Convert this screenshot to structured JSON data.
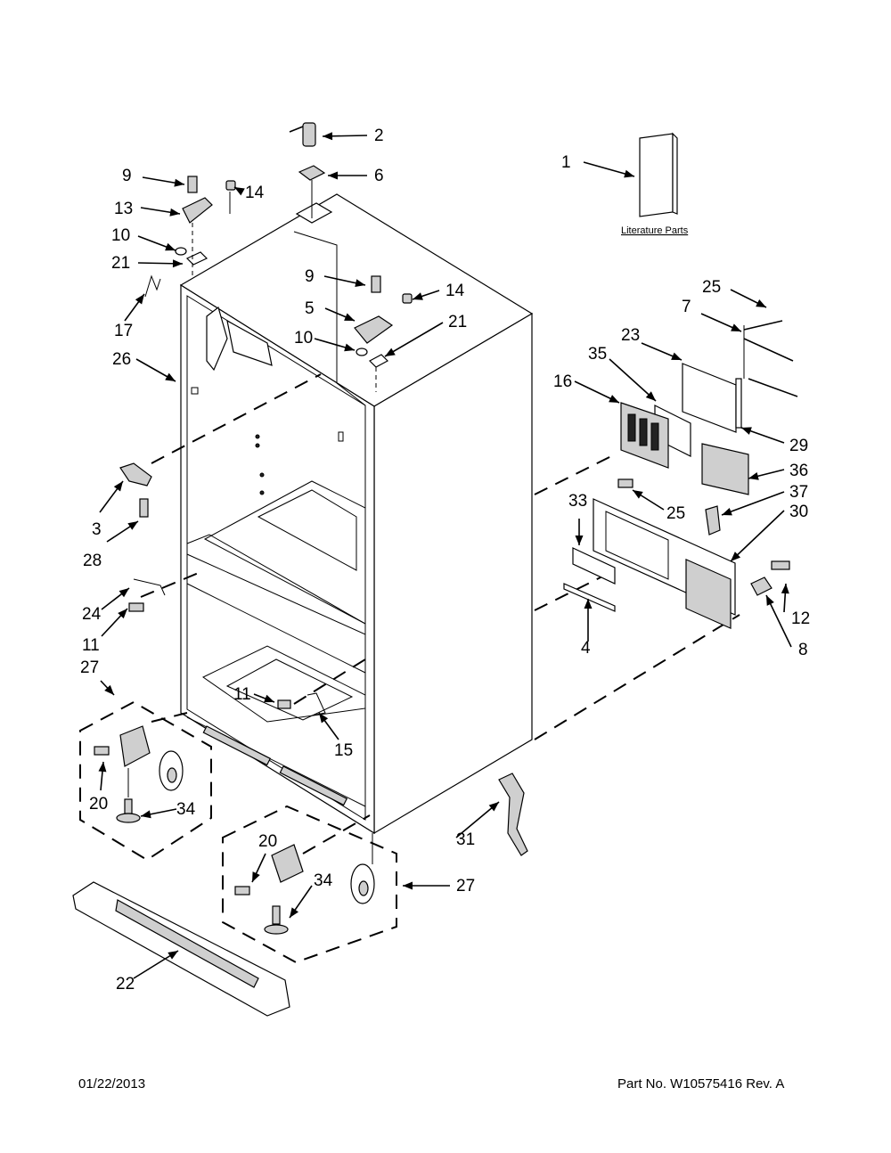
{
  "literature": {
    "label": "Literature Parts",
    "callout": "1"
  },
  "callouts": [
    {
      "id": "2",
      "text": "2"
    },
    {
      "id": "6",
      "text": "6"
    },
    {
      "id": "9a",
      "text": "9"
    },
    {
      "id": "14a",
      "text": "14"
    },
    {
      "id": "13",
      "text": "13"
    },
    {
      "id": "10a",
      "text": "10"
    },
    {
      "id": "21a",
      "text": "21"
    },
    {
      "id": "17",
      "text": "17"
    },
    {
      "id": "9b",
      "text": "9"
    },
    {
      "id": "14b",
      "text": "14"
    },
    {
      "id": "5",
      "text": "5"
    },
    {
      "id": "10b",
      "text": "10"
    },
    {
      "id": "21b",
      "text": "21"
    },
    {
      "id": "26",
      "text": "26"
    },
    {
      "id": "3",
      "text": "3"
    },
    {
      "id": "28",
      "text": "28"
    },
    {
      "id": "24",
      "text": "24"
    },
    {
      "id": "11a",
      "text": "11"
    },
    {
      "id": "27a",
      "text": "27"
    },
    {
      "id": "11b",
      "text": "11"
    },
    {
      "id": "15",
      "text": "15"
    },
    {
      "id": "20a",
      "text": "20"
    },
    {
      "id": "34a",
      "text": "34"
    },
    {
      "id": "20b",
      "text": "20"
    },
    {
      "id": "34b",
      "text": "34"
    },
    {
      "id": "27b",
      "text": "27"
    },
    {
      "id": "22",
      "text": "22"
    },
    {
      "id": "31",
      "text": "31"
    },
    {
      "id": "25a",
      "text": "25"
    },
    {
      "id": "7",
      "text": "7"
    },
    {
      "id": "23",
      "text": "23"
    },
    {
      "id": "35",
      "text": "35"
    },
    {
      "id": "16",
      "text": "16"
    },
    {
      "id": "29",
      "text": "29"
    },
    {
      "id": "36",
      "text": "36"
    },
    {
      "id": "37",
      "text": "37"
    },
    {
      "id": "33",
      "text": "33"
    },
    {
      "id": "25b",
      "text": "25"
    },
    {
      "id": "30",
      "text": "30"
    },
    {
      "id": "12",
      "text": "12"
    },
    {
      "id": "8",
      "text": "8"
    },
    {
      "id": "4",
      "text": "4"
    }
  ],
  "footer": {
    "date": "01/22/2013",
    "part_number": "Part No.  W10575416   Rev.  A"
  }
}
